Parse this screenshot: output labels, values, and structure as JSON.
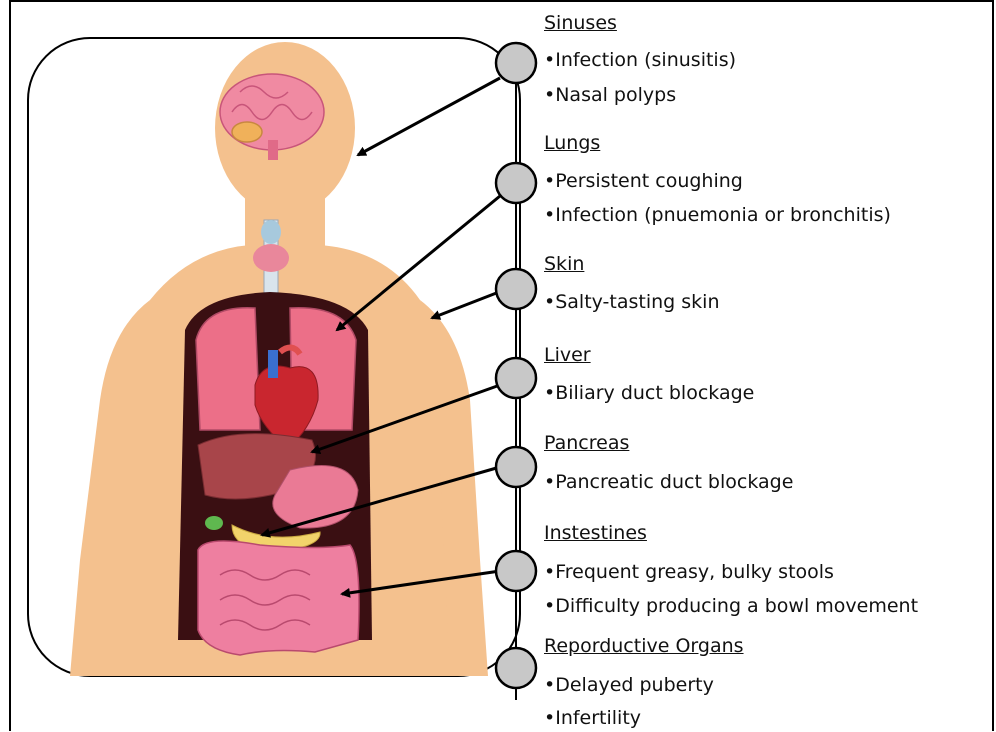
{
  "colors": {
    "skin": "#f4c18e",
    "cavity": "#3a0f12",
    "organ_pink": "#ec6f88",
    "node_fill": "#c8c8c8",
    "outline": "#000000"
  },
  "sections": [
    {
      "title": "Sinuses",
      "items": [
        "Infection (sinusitis)",
        "Nasal polyps"
      ]
    },
    {
      "title": "Lungs",
      "items": [
        "Persistent coughing",
        "Infection (pnuemonia or bronchitis)"
      ]
    },
    {
      "title": "Skin",
      "items": [
        "Salty-tasting skin"
      ]
    },
    {
      "title": "Liver",
      "items": [
        "Biliary duct blockage"
      ]
    },
    {
      "title": "Pancreas",
      "items": [
        "Pancreatic duct blockage"
      ]
    },
    {
      "title": "Instestines",
      "items": [
        "Frequent greasy, bulky stools",
        "Difficulty producing a bowl movement"
      ]
    },
    {
      "title": "Reporductive Organs",
      "items": [
        "Delayed puberty",
        "Infertility"
      ]
    }
  ]
}
